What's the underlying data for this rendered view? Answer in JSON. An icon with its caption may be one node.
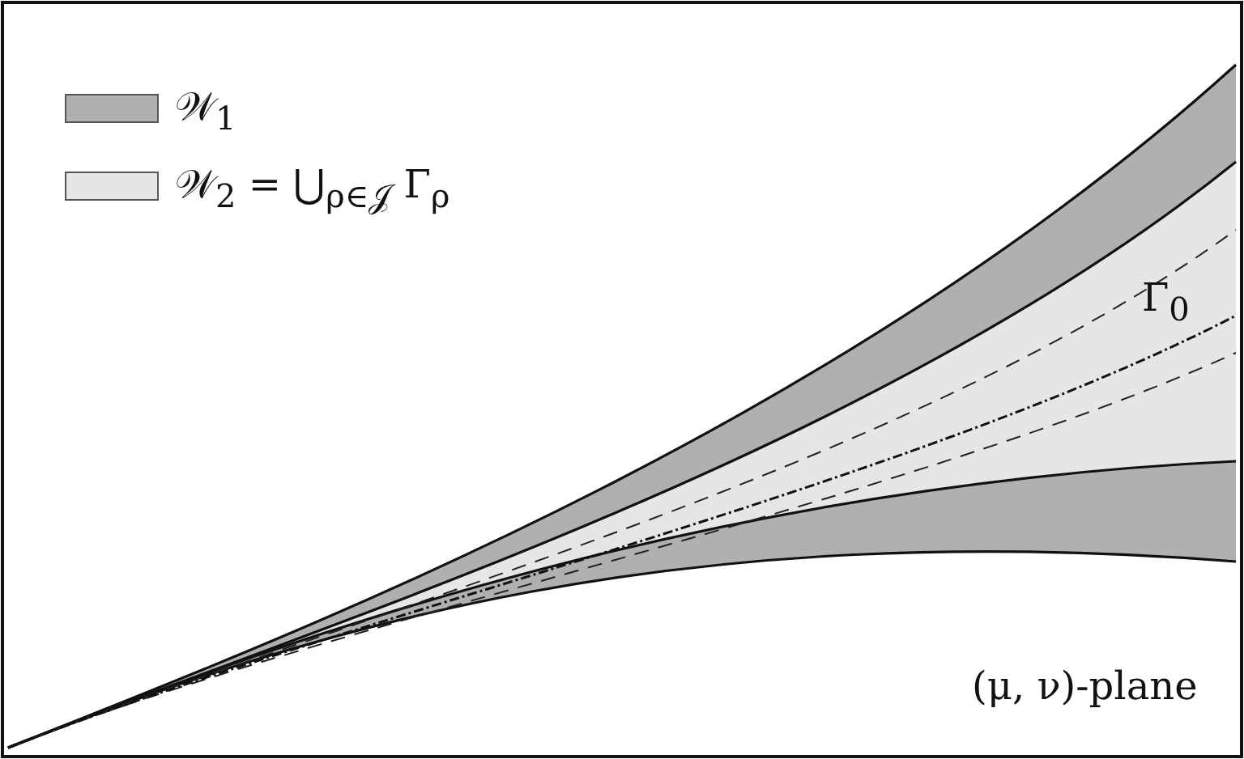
{
  "diagram": {
    "labels": [
      "Γ$_{0}$",
      "(μ, ν)-plane"
    ],
    "legend": [
      {
        "text": "𝒲$_{1}$",
        "color": "#b0b0b0"
      },
      {
        "text": "𝒲$_{2}$ = ⋃$_{ρ∈𝒥}$ Γ$_{ρ}$",
        "color": "#e6e6e6"
      }
    ]
  }
}
